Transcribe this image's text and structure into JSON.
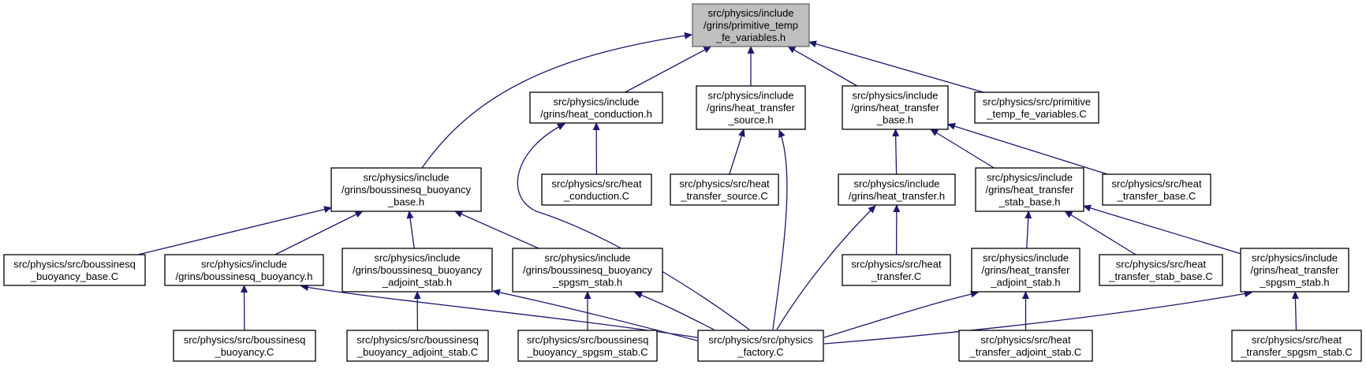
{
  "colors": {
    "edge": "#191970",
    "root_fill": "#bfbfbf",
    "node_fill": "#ffffff",
    "border": "#000000"
  },
  "nodes": {
    "root": [
      "src/physics/include",
      "/grins/primitive_temp",
      "_fe_variables.h"
    ],
    "heat_conduction_h": [
      "src/physics/include",
      "/grins/heat_conduction.h"
    ],
    "heat_transfer_source_h": [
      "src/physics/include",
      "/grins/heat_transfer",
      "_source.h"
    ],
    "heat_transfer_base_h": [
      "src/physics/include",
      "/grins/heat_transfer",
      "_base.h"
    ],
    "primitive_temp_fe_variables_C": [
      "src/physics/src/primitive",
      "_temp_fe_variables.C"
    ],
    "boussinesq_buoyancy_base_h": [
      "src/physics/include",
      "/grins/boussinesq_buoyancy",
      "_base.h"
    ],
    "heat_conduction_C": [
      "src/physics/src/heat",
      "_conduction.C"
    ],
    "heat_transfer_source_C": [
      "src/physics/src/heat",
      "_transfer_source.C"
    ],
    "heat_transfer_h": [
      "src/physics/include",
      "/grins/heat_transfer.h"
    ],
    "heat_transfer_stab_base_h": [
      "src/physics/include",
      "/grins/heat_transfer",
      "_stab_base.h"
    ],
    "heat_transfer_base_C": [
      "src/physics/src/heat",
      "_transfer_base.C"
    ],
    "boussinesq_buoyancy_base_C": [
      "src/physics/src/boussinesq",
      "_buoyancy_base.C"
    ],
    "boussinesq_buoyancy_h": [
      "src/physics/include",
      "/grins/boussinesq_buoyancy.h"
    ],
    "boussinesq_buoyancy_adjoint_stab_h": [
      "src/physics/include",
      "/grins/boussinesq_buoyancy",
      "_adjoint_stab.h"
    ],
    "boussinesq_buoyancy_spgsm_stab_h": [
      "src/physics/include",
      "/grins/boussinesq_buoyancy",
      "_spgsm_stab.h"
    ],
    "heat_transfer_C": [
      "src/physics/src/heat",
      "_transfer.C"
    ],
    "heat_transfer_adjoint_stab_h": [
      "src/physics/include",
      "/grins/heat_transfer",
      "_adjoint_stab.h"
    ],
    "heat_transfer_stab_base_C": [
      "src/physics/src/heat",
      "_transfer_stab_base.C"
    ],
    "heat_transfer_spgsm_stab_h": [
      "src/physics/include",
      "/grins/heat_transfer",
      "_spgsm_stab.h"
    ],
    "boussinesq_buoyancy_C": [
      "src/physics/src/boussinesq",
      "_buoyancy.C"
    ],
    "boussinesq_buoyancy_adjoint_stab_C": [
      "src/physics/src/boussinesq",
      "_buoyancy_adjoint_stab.C"
    ],
    "boussinesq_buoyancy_spgsm_stab_C": [
      "src/physics/src/boussinesq",
      "_buoyancy_spgsm_stab.C"
    ],
    "physics_factory_C": [
      "src/physics/src/physics",
      "_factory.C"
    ],
    "heat_transfer_adjoint_stab_C": [
      "src/physics/src/heat",
      "_transfer_adjoint_stab.C"
    ],
    "heat_transfer_spgsm_stab_C": [
      "src/physics/src/heat",
      "_transfer_spgsm_stab.C"
    ]
  },
  "edges": [
    [
      "boussinesq_buoyancy_base_h",
      "root"
    ],
    [
      "heat_conduction_h",
      "root"
    ],
    [
      "heat_transfer_source_h",
      "root"
    ],
    [
      "heat_transfer_base_h",
      "root"
    ],
    [
      "primitive_temp_fe_variables_C",
      "root"
    ],
    [
      "heat_conduction_C",
      "heat_conduction_h"
    ],
    [
      "physics_factory_C",
      "heat_conduction_h"
    ],
    [
      "heat_transfer_source_C",
      "heat_transfer_source_h"
    ],
    [
      "physics_factory_C",
      "heat_transfer_source_h"
    ],
    [
      "heat_transfer_h",
      "heat_transfer_base_h"
    ],
    [
      "heat_transfer_stab_base_h",
      "heat_transfer_base_h"
    ],
    [
      "heat_transfer_base_C",
      "heat_transfer_base_h"
    ],
    [
      "boussinesq_buoyancy_base_C",
      "boussinesq_buoyancy_base_h"
    ],
    [
      "boussinesq_buoyancy_h",
      "boussinesq_buoyancy_base_h"
    ],
    [
      "boussinesq_buoyancy_adjoint_stab_h",
      "boussinesq_buoyancy_base_h"
    ],
    [
      "boussinesq_buoyancy_spgsm_stab_h",
      "boussinesq_buoyancy_base_h"
    ],
    [
      "heat_transfer_C",
      "heat_transfer_h"
    ],
    [
      "physics_factory_C",
      "heat_transfer_h"
    ],
    [
      "heat_transfer_adjoint_stab_h",
      "heat_transfer_stab_base_h"
    ],
    [
      "heat_transfer_stab_base_C",
      "heat_transfer_stab_base_h"
    ],
    [
      "heat_transfer_spgsm_stab_h",
      "heat_transfer_stab_base_h"
    ],
    [
      "boussinesq_buoyancy_C",
      "boussinesq_buoyancy_h"
    ],
    [
      "physics_factory_C",
      "boussinesq_buoyancy_h"
    ],
    [
      "boussinesq_buoyancy_adjoint_stab_C",
      "boussinesq_buoyancy_adjoint_stab_h"
    ],
    [
      "physics_factory_C",
      "boussinesq_buoyancy_adjoint_stab_h"
    ],
    [
      "boussinesq_buoyancy_spgsm_stab_C",
      "boussinesq_buoyancy_spgsm_stab_h"
    ],
    [
      "physics_factory_C",
      "boussinesq_buoyancy_spgsm_stab_h"
    ],
    [
      "physics_factory_C",
      "heat_transfer_adjoint_stab_h"
    ],
    [
      "heat_transfer_adjoint_stab_C",
      "heat_transfer_adjoint_stab_h"
    ],
    [
      "physics_factory_C",
      "heat_transfer_spgsm_stab_h"
    ],
    [
      "heat_transfer_spgsm_stab_C",
      "heat_transfer_spgsm_stab_h"
    ]
  ]
}
